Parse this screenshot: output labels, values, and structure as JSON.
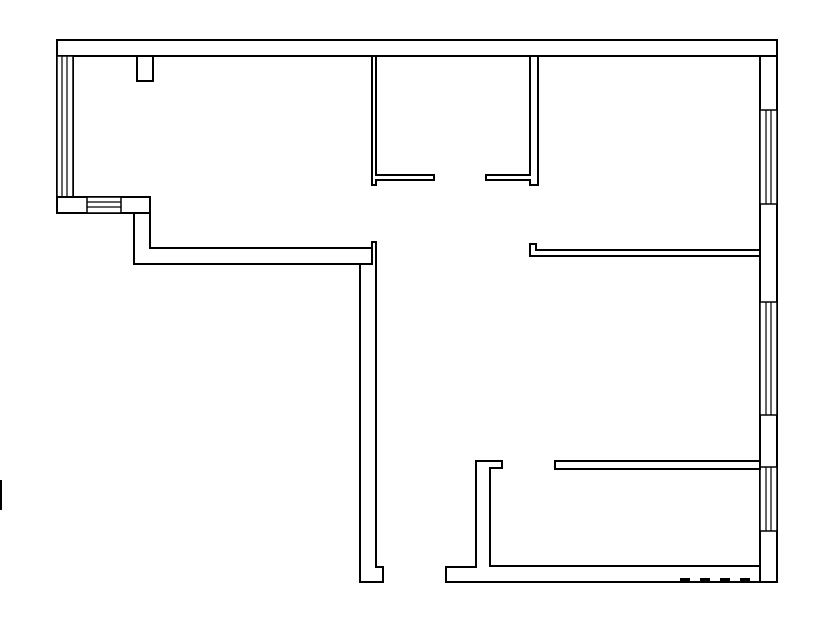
{
  "plan": {
    "style": {
      "background": "#ffffff",
      "wall_stroke": "#000000",
      "room_fill": "#ffffff"
    },
    "windows": [
      {
        "id": "left-balcony-window",
        "orientation": "vertical"
      },
      {
        "id": "balcony-step-window",
        "orientation": "horizontal"
      },
      {
        "id": "right-upper-window",
        "orientation": "vertical"
      },
      {
        "id": "right-middle-window",
        "orientation": "vertical"
      },
      {
        "id": "right-lower-window",
        "orientation": "vertical"
      }
    ]
  }
}
